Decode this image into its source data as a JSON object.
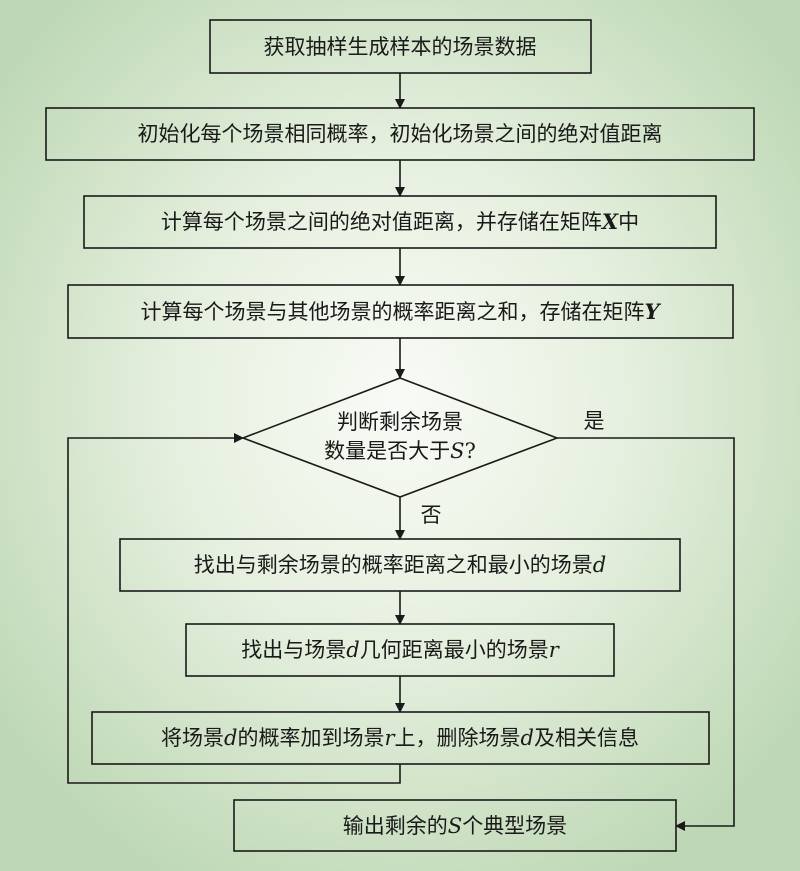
{
  "steps": {
    "s1": "获取抽样生成样本的场景数据",
    "s2": "初始化每个场景相同概率，初始化场景之间的绝对值距离",
    "s3": {
      "a": "计算每个场景之间的绝对值距离，并存储在矩阵",
      "var": "X",
      "b": "中"
    },
    "s4": {
      "a": "计算每个场景与其他场景的概率距离之和，存储在矩阵",
      "var": "Y"
    },
    "decision": {
      "line1": "判断剩余场景",
      "line2a": "数量是否大于",
      "var": "S",
      "line2b": "?"
    },
    "yes": "是",
    "no": "否",
    "s5": {
      "a": "找出与剩余场景的概率距离之和最小的场景",
      "var": "d"
    },
    "s6": {
      "a": "找出与场景",
      "var1": "d",
      "b": "几何距离最小的场景",
      "var2": "r"
    },
    "s7": {
      "a": "将场景",
      "var1": "d",
      "b": "的概率加到场景",
      "var2": "r",
      "c": "上，删除场景",
      "var3": "d",
      "d": "及相关信息"
    },
    "s8": {
      "a": "输出剩余的",
      "var": "S",
      "b": "个典型场景"
    }
  }
}
